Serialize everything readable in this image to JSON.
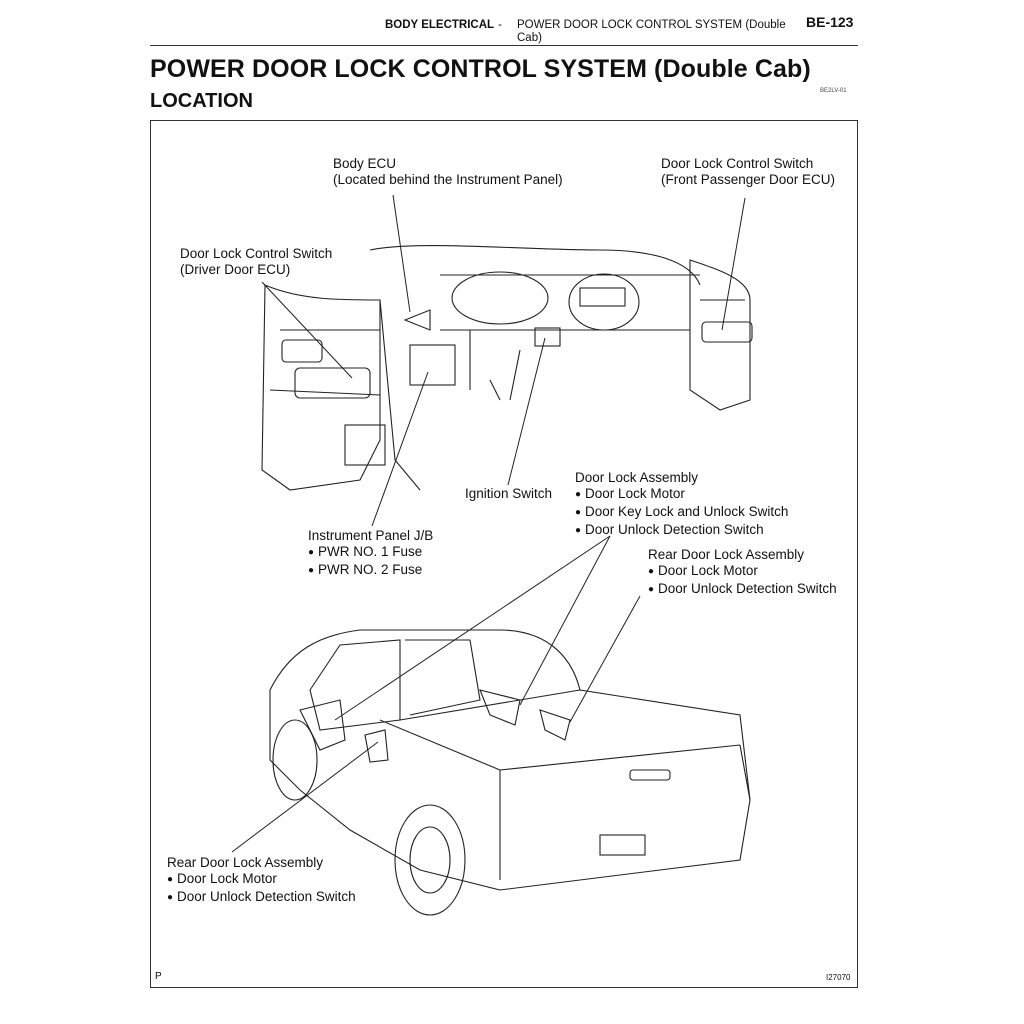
{
  "header": {
    "section": "BODY ELECTRICAL",
    "separator": "-",
    "topic": "POWER DOOR LOCK CONTROL SYSTEM (Double Cab)",
    "page": "BE-123"
  },
  "title": "POWER DOOR LOCK CONTROL SYSTEM (Double Cab)",
  "subtitle": "LOCATION",
  "doc_code": "BE2LV-01",
  "labels": {
    "body_ecu": [
      "Body ECU",
      "(Located behind the Instrument Panel)"
    ],
    "front_switch": [
      "Door Lock Control Switch",
      "(Front Passenger Door ECU)"
    ],
    "driver_switch": [
      "Door Lock Control Switch",
      "(Driver Door ECU)"
    ],
    "ignition": "Ignition Switch",
    "door_lock_assembly": {
      "title": "Door Lock Assembly",
      "items": [
        "Door Lock Motor",
        "Door Key Lock and Unlock Switch",
        "Door Unlock Detection Switch"
      ]
    },
    "ip_jb": {
      "title": "Instrument Panel J/B",
      "items": [
        "PWR NO. 1 Fuse",
        "PWR NO. 2 Fuse"
      ]
    },
    "rear_right": {
      "title": "Rear Door Lock Assembly",
      "items": [
        "Door Lock Motor",
        "Door Unlock Detection Switch"
      ]
    },
    "rear_left": {
      "title": "Rear Door Lock Assembly",
      "items": [
        "Door Lock Motor",
        "Door Unlock Detection Switch"
      ]
    }
  },
  "footer": {
    "mark": "P",
    "figure_id": "I27070"
  }
}
